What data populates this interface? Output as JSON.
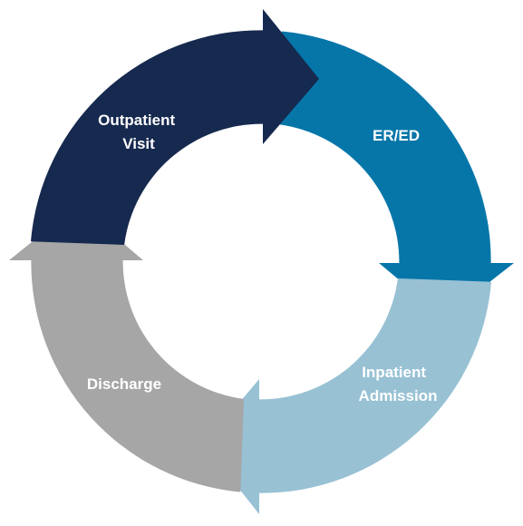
{
  "diagram": {
    "type": "cycle",
    "stages": [
      {
        "lines": [
          "Outpatient",
          "Visit"
        ],
        "color": "#16294f"
      },
      {
        "lines": [
          "ER/ED"
        ],
        "color": "#0676a9"
      },
      {
        "lines": [
          "Inpatient",
          "Admission"
        ],
        "color": "#98c1d4"
      },
      {
        "lines": [
          "Discharge"
        ],
        "color": "#a6a6a6"
      }
    ]
  }
}
